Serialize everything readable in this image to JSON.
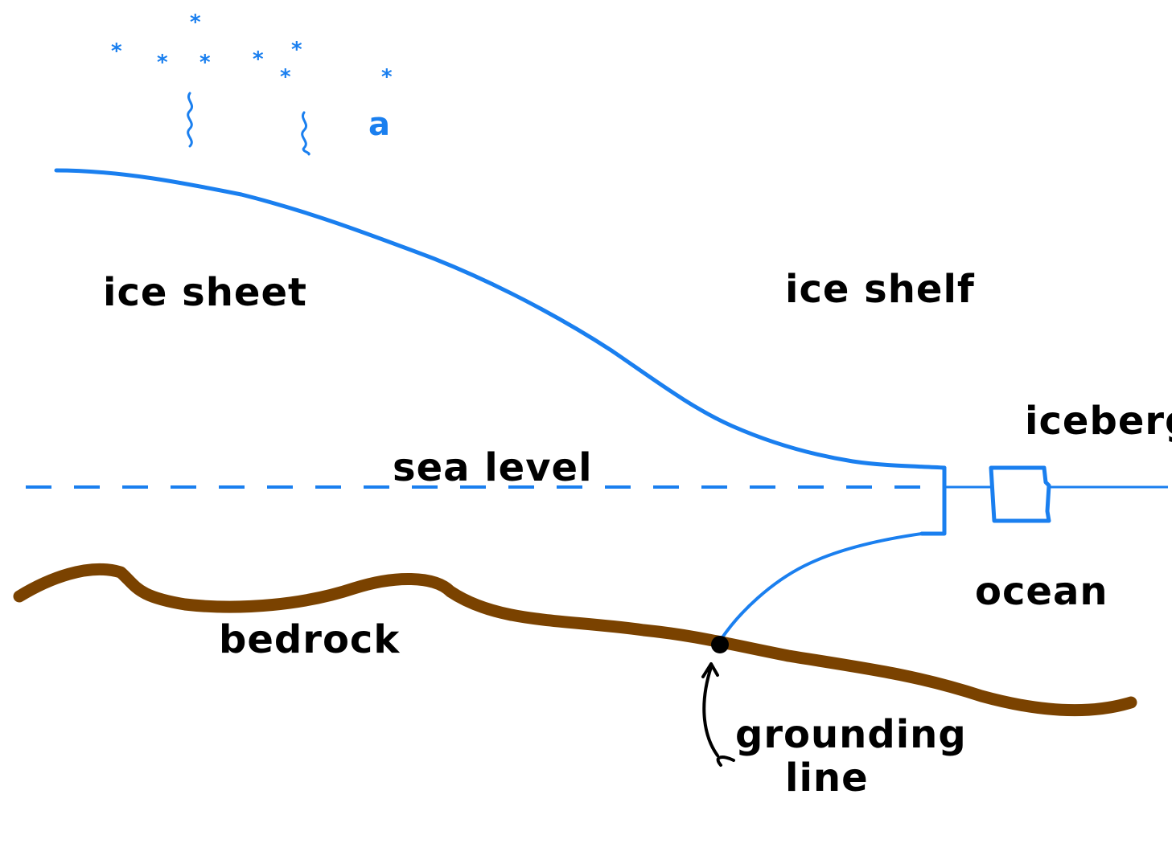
{
  "labels": {
    "ice_sheet": "ice sheet",
    "ice_shelf": "ice shelf",
    "iceberg": "iceberg",
    "sea_level": "sea level",
    "ocean": "ocean",
    "bedrock": "bedrock",
    "grounding": "grounding",
    "line": "line",
    "accumulation": "a"
  },
  "snowflakes": [
    "*",
    "*",
    "*",
    "*",
    "*",
    "*",
    "*",
    "*"
  ],
  "colors": {
    "ice": "#1a7fef",
    "bedrock": "#7a4200",
    "ink": "#000000",
    "background": "#ffffff"
  }
}
